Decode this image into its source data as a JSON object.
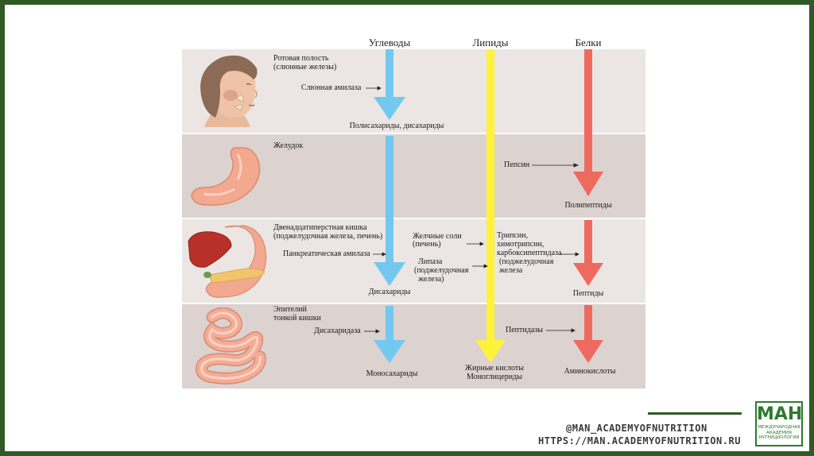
{
  "headers": {
    "carbs": "Углеводы",
    "lipids": "Липиды",
    "proteins": "Белки"
  },
  "rows": {
    "mouth": {
      "label_line1": "Ротовая полость",
      "label_line2": "(слюнные железы)"
    },
    "stomach": {
      "label": "Желудок"
    },
    "duodenum": {
      "label_line1": "Двенадцатиперстная кишка",
      "label_line2": "(поджелудочная железа, печень)"
    },
    "epithelium": {
      "label_line1": "Эпителий",
      "label_line2": "тонкой кишки"
    }
  },
  "enzymes": {
    "salivary_amylase": "Слюнная амилаза",
    "pepsin": "Пепсин",
    "pancreatic_amylase": "Панкреатическая амилаза",
    "bile_salts_line1": "Желчные соли",
    "bile_salts_line2": "(печень)",
    "lipase_line1": "Липаза",
    "lipase_line2": "(поджелудочная",
    "lipase_line3": "железа)",
    "proteases_line1": "Трипсин,",
    "proteases_line2": "химотрипсин,",
    "proteases_line3": "карбоксипептидаза",
    "proteases_line4": "(поджелудочная",
    "proteases_line5": "железа",
    "disaccharidase": "Дисахаридаза",
    "peptidases": "Пептидазы"
  },
  "products": {
    "polysaccharides": "Полисахариды, дисахариды",
    "polypeptides": "Полипептиды",
    "disaccharides": "Дисахариды",
    "peptides": "Пептиды",
    "monosaccharides": "Моносахариды",
    "fatty_acids_line1": "Жирные кислоты",
    "fatty_acids_line2": "Моноглицериды",
    "amino_acids": "Аминокислоты"
  },
  "colors": {
    "carbs_arrow": "#73c8f0",
    "lipids_arrow": "#fff23a",
    "proteins_arrow": "#ee6a5f",
    "brand_green": "#2f7a2f"
  },
  "footer": {
    "handle": "@MAN_ACADEMYOFNUTRITION",
    "url": "HTTPS://MAN.ACADEMYOFNUTRITION.RU"
  },
  "logo": {
    "mark": "МАН",
    "line1": "МЕЖДУНАРОДНАЯ",
    "line2": "АКАДЕМИЯ",
    "line3": "НУТРИЦИОЛОГИИ"
  }
}
